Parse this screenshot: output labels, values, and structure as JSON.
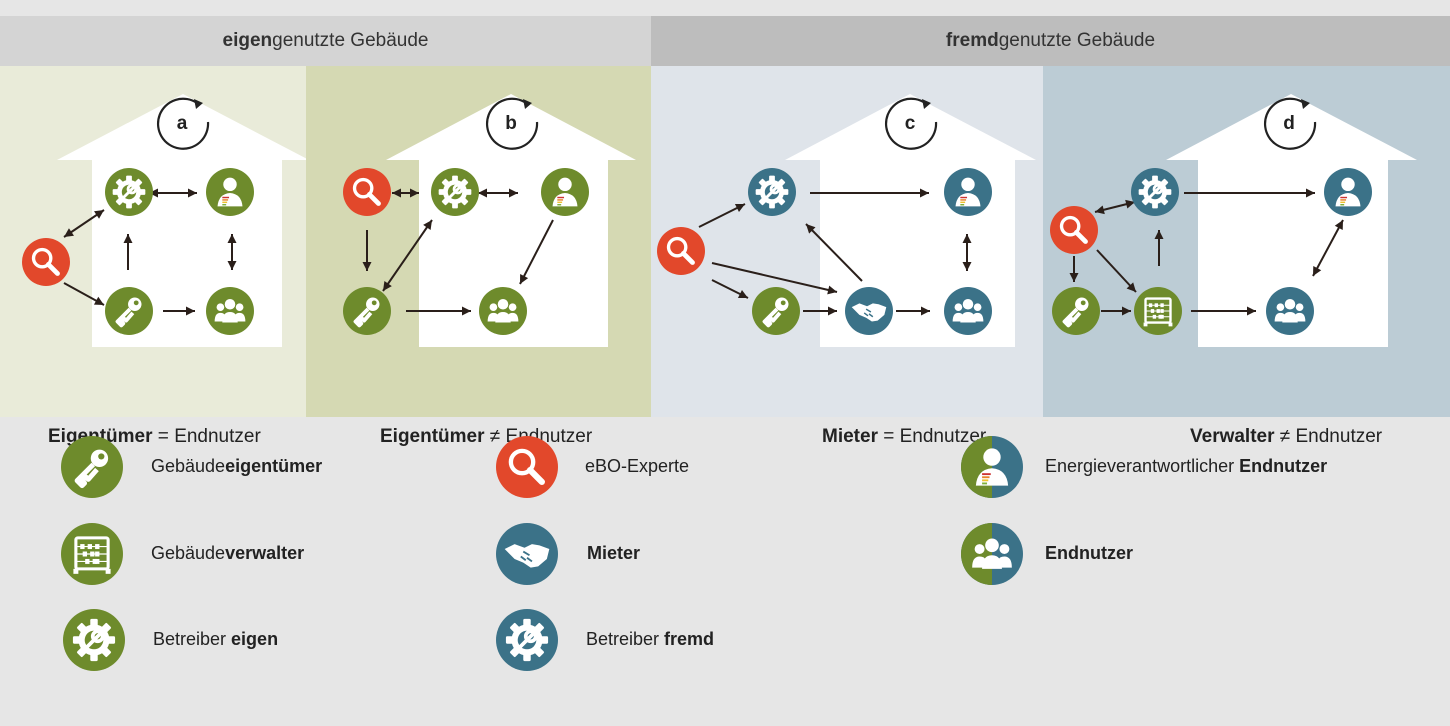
{
  "headers": {
    "own": {
      "prefix": "eigen",
      "suffix": "genutzte Gebäude"
    },
    "rented": {
      "prefix": "fremd",
      "suffix": "genutzte Gebäude"
    }
  },
  "panels": [
    {
      "letter": "a",
      "caption_bold": "Eigentümer",
      "caption_op": " = ",
      "caption_rest": "Endnutzer",
      "bg": "#e9ebd9"
    },
    {
      "letter": "b",
      "caption_bold": "Eigentümer",
      "caption_op": " ≠ ",
      "caption_rest": "Endnutzer",
      "bg": "#d5d9b3"
    },
    {
      "letter": "c",
      "caption_bold": "Mieter",
      "caption_op": " = ",
      "caption_rest": "Endnutzer",
      "bg": "#dfe4ea"
    },
    {
      "letter": "d",
      "caption_bold": "Verwalter",
      "caption_op": " ≠ ",
      "caption_rest": "Endnutzer",
      "bg": "#bcccd5"
    }
  ],
  "legend": [
    {
      "icon": "key-icon",
      "pre": "Gebäude",
      "bold": "eigentümer",
      "post": ""
    },
    {
      "icon": "abacus-icon",
      "pre": "Gebäude",
      "bold": "verwalter",
      "post": ""
    },
    {
      "icon": "gear-wrench-icon",
      "pre": "Betreiber ",
      "bold": "eigen",
      "post": ""
    },
    {
      "icon": "magnifier-icon",
      "pre": "eBO-Experte",
      "bold": "",
      "post": ""
    },
    {
      "icon": "handshake-icon",
      "pre": "",
      "bold": "Mieter",
      "post": ""
    },
    {
      "icon": "gear-wrench-icon",
      "pre": "Betreiber ",
      "bold": "fremd",
      "post": ""
    },
    {
      "icon": "person-energy-icon",
      "pre": "Energieverantwortlicher ",
      "bold": "Endnutzer",
      "post": ""
    },
    {
      "icon": "group-icon",
      "pre": "",
      "bold": "Endnutzer",
      "post": ""
    }
  ],
  "colors": {
    "green": "#6e8b2c",
    "blue": "#3b7288",
    "red": "#e2482b",
    "header_left": "#d4d4d4",
    "header_right": "#bdbdbd",
    "legend_bg": "#e6e6e6"
  }
}
